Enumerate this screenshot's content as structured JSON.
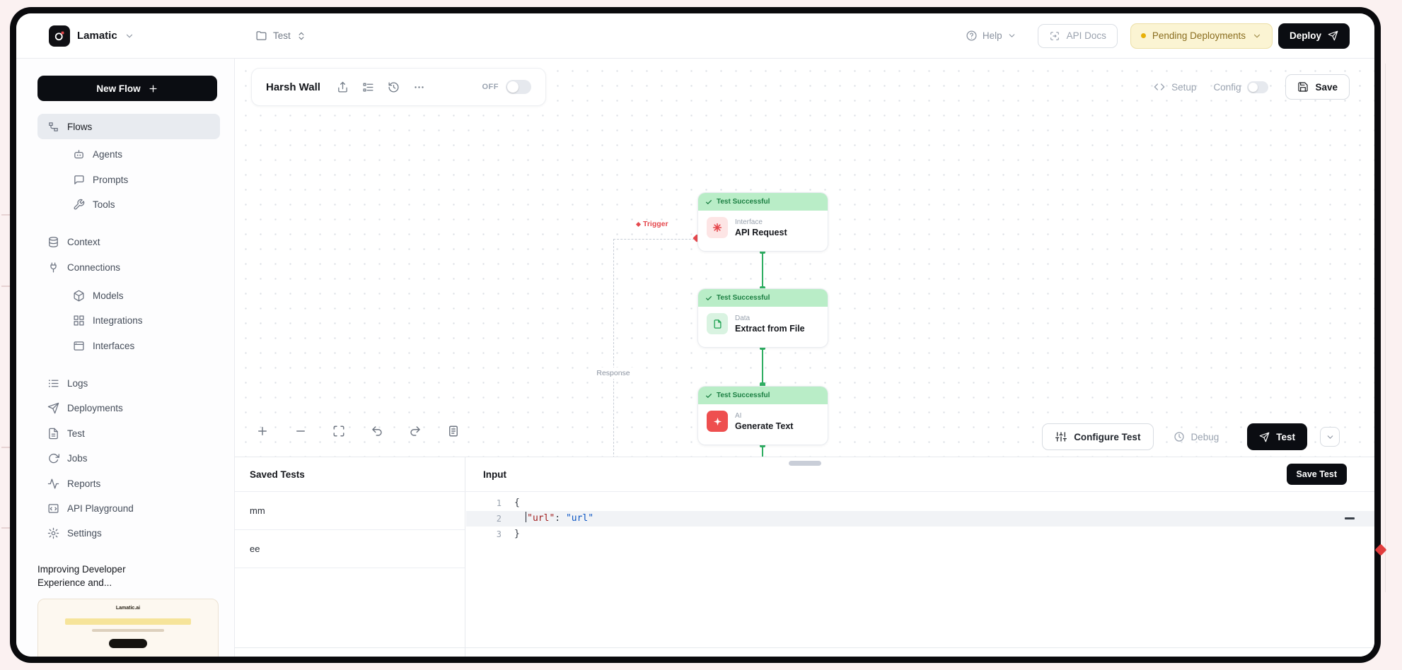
{
  "colors": {
    "deploy_button_bg": "#0b0d12",
    "pending_bg": "#fbf4d3",
    "pending_border": "#ecdfa6",
    "pending_text": "#8a6d1f",
    "success_banner_bg": "#b9edc7",
    "success_text": "#1b7f42",
    "connector_green": "#2fae62",
    "trigger_red": "#e5484d",
    "node_interface_bg": "#fde5e5",
    "node_data_bg": "#d9f3e1",
    "node_ai_bg": "#ee4f4f",
    "code_key_color": "#a11d1d",
    "code_value_color": "#0b55c4"
  },
  "topbar": {
    "brand": "Lamatic",
    "project": "Test",
    "help_label": "Help",
    "api_docs_label": "API Docs",
    "pending_label": "Pending Deployments",
    "deploy_label": "Deploy"
  },
  "sidebar": {
    "new_flow_label": "New Flow",
    "items": [
      {
        "label": "Flows",
        "active": true
      },
      {
        "label": "Agents",
        "indent": true
      },
      {
        "label": "Prompts",
        "indent": true
      },
      {
        "label": "Tools",
        "indent": true
      },
      {
        "label": "Context"
      },
      {
        "label": "Connections"
      },
      {
        "label": "Models",
        "indent": true
      },
      {
        "label": "Integrations",
        "indent": true
      },
      {
        "label": "Interfaces",
        "indent": true
      },
      {
        "label": "Logs"
      },
      {
        "label": "Deployments"
      },
      {
        "label": "Test"
      },
      {
        "label": "Jobs"
      },
      {
        "label": "Reports"
      },
      {
        "label": "API Playground"
      },
      {
        "label": "Settings"
      }
    ],
    "promo": {
      "title_line1": "Improving Developer",
      "title_line2": "Experience and...",
      "brand": "Lamatic.ai"
    }
  },
  "flow_header": {
    "title": "Harsh Wall",
    "off_label": "OFF"
  },
  "canvas_controls": {
    "setup_label": "Setup",
    "config_label": "Config",
    "save_label": "Save"
  },
  "canvas": {
    "trigger_label": "Trigger",
    "response_label": "Response",
    "nodes": [
      {
        "status": "Test Successful",
        "category": "Interface",
        "title": "API Request"
      },
      {
        "status": "Test Successful",
        "category": "Data",
        "title": "Extract from File"
      },
      {
        "status": "Test Successful",
        "category": "AI",
        "title": "Generate Text"
      }
    ]
  },
  "test_toolbar": {
    "configure_label": "Configure Test",
    "debug_label": "Debug",
    "test_label": "Test"
  },
  "bottom_panel": {
    "saved_tests": {
      "title": "Saved Tests",
      "rows": [
        "mm",
        "ee"
      ]
    },
    "input": {
      "title": "Input",
      "save_test_label": "Save Test",
      "code": {
        "line_numbers": [
          "1",
          "2",
          "3"
        ],
        "line1": "{",
        "line2_indent": "  ",
        "line2_key": "\"url\"",
        "line2_colon": ": ",
        "line2_value": "\"url\"",
        "line3": "}"
      }
    }
  }
}
